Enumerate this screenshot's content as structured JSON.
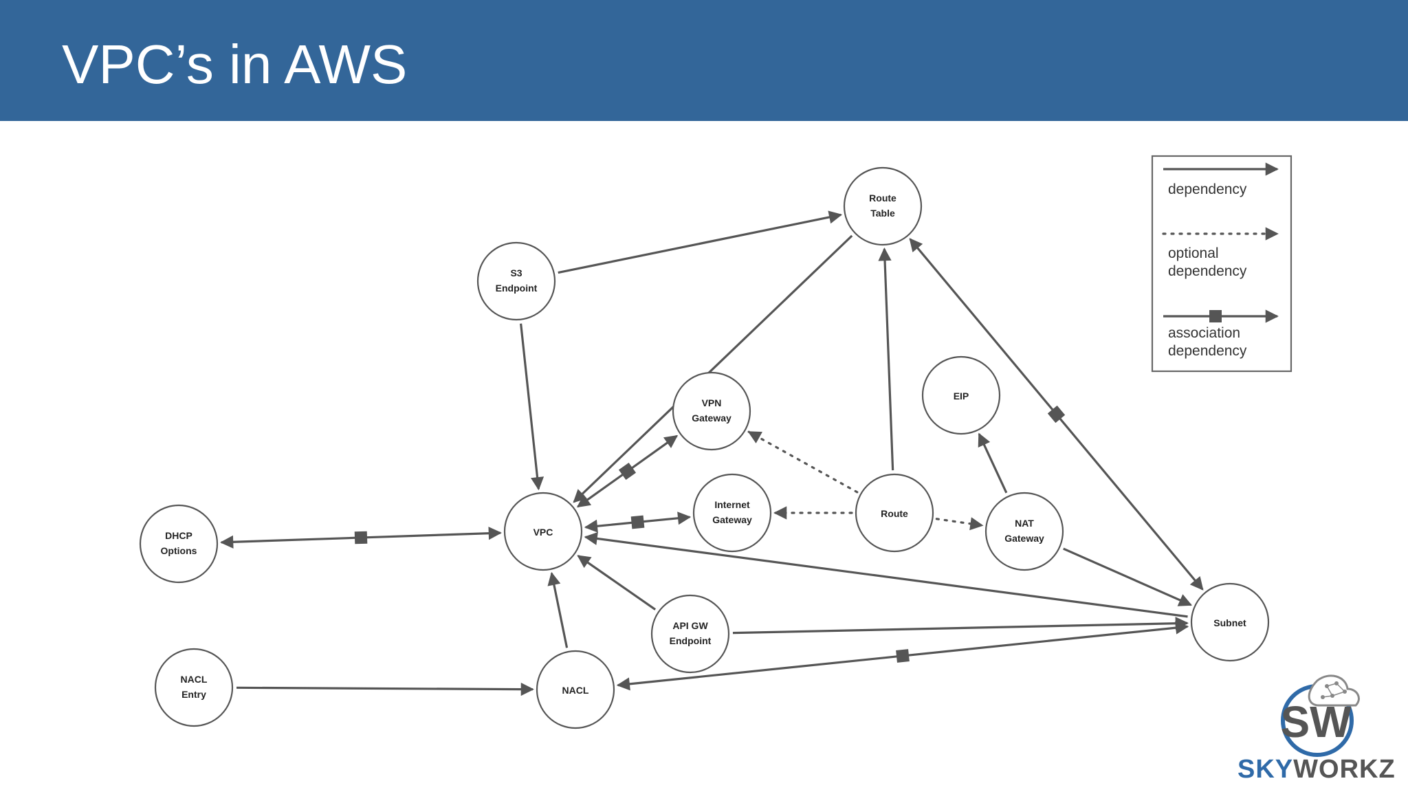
{
  "slide": {
    "title": "VPC’s in AWS",
    "colors": {
      "header": "#336699",
      "node_stroke": "#555555",
      "edge": "#555555",
      "brand_blue": "#2f6aa8",
      "brand_gray": "#555555"
    }
  },
  "nodes": {
    "route_table": [
      "Route",
      "Table"
    ],
    "s3_endpoint": [
      "S3",
      "Endpoint"
    ],
    "vpn_gateway": [
      "VPN",
      "Gateway"
    ],
    "eip": [
      "EIP"
    ],
    "dhcp_options": [
      "DHCP",
      "Options"
    ],
    "vpc": [
      "VPC"
    ],
    "internet_gateway": [
      "Internet",
      "Gateway"
    ],
    "route": [
      "Route"
    ],
    "nat_gateway": [
      "NAT",
      "Gateway"
    ],
    "subnet": [
      "Subnet"
    ],
    "api_gw_endpoint": [
      "API GW",
      "Endpoint"
    ],
    "nacl_entry": [
      "NACL",
      "Entry"
    ],
    "nacl": [
      "NACL"
    ]
  },
  "edges": [
    {
      "from": "s3_endpoint",
      "to": "route_table",
      "type": "dependency"
    },
    {
      "from": "s3_endpoint",
      "to": "vpc",
      "type": "dependency"
    },
    {
      "from": "route_table",
      "to": "vpc",
      "type": "dependency"
    },
    {
      "from": "route",
      "to": "route_table",
      "type": "dependency"
    },
    {
      "from": "route_table",
      "to": "subnet",
      "type": "association dependency"
    },
    {
      "from": "vpc",
      "to": "vpn_gateway",
      "type": "association dependency"
    },
    {
      "from": "vpc",
      "to": "internet_gateway",
      "type": "association dependency"
    },
    {
      "from": "vpc",
      "to": "dhcp_options",
      "type": "association dependency"
    },
    {
      "from": "route",
      "to": "vpn_gateway",
      "type": "optional dependency"
    },
    {
      "from": "route",
      "to": "internet_gateway",
      "type": "optional dependency"
    },
    {
      "from": "route",
      "to": "nat_gateway",
      "type": "optional dependency"
    },
    {
      "from": "nat_gateway",
      "to": "eip",
      "type": "dependency"
    },
    {
      "from": "nat_gateway",
      "to": "subnet",
      "type": "dependency"
    },
    {
      "from": "subnet",
      "to": "vpc",
      "type": "dependency"
    },
    {
      "from": "api_gw_endpoint",
      "to": "vpc",
      "type": "dependency"
    },
    {
      "from": "api_gw_endpoint",
      "to": "subnet",
      "type": "dependency"
    },
    {
      "from": "nacl",
      "to": "vpc",
      "type": "dependency"
    },
    {
      "from": "nacl_entry",
      "to": "nacl",
      "type": "dependency"
    },
    {
      "from": "nacl",
      "to": "subnet",
      "type": "association dependency"
    }
  ],
  "legend": {
    "dependency": "dependency",
    "optional_1": "optional",
    "optional_2": "dependency",
    "association_1": "association",
    "association_2": "dependency"
  },
  "logo": {
    "monogram": "SW",
    "brand_part1": "SKY",
    "brand_part2": "WORKZ",
    "icon": "cloud-network-icon"
  }
}
